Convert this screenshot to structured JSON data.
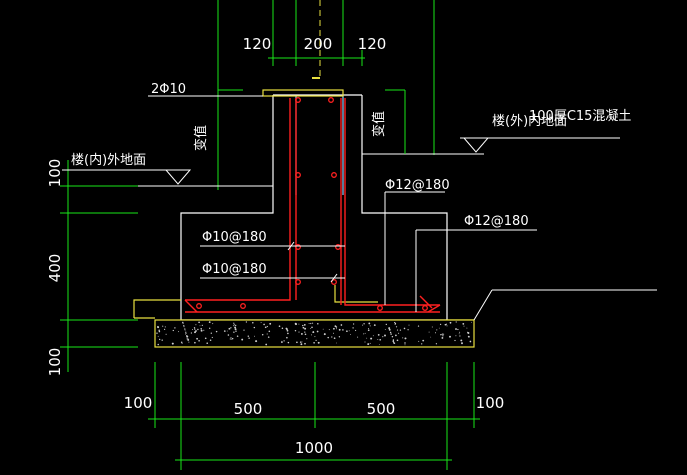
{
  "colors": {
    "background": "#000000",
    "dimension": "#19e619",
    "wall": "#ffffff",
    "rebar": "#ff2020",
    "concrete": "#e8e040",
    "axis": "#e8e040",
    "leader": "#ffffff"
  },
  "top_dims": [
    "120",
    "200",
    "120"
  ],
  "bottom_dims": [
    "100",
    "500",
    "500",
    "100"
  ],
  "total_width": "1000",
  "left_dims": [
    "100",
    "400",
    "100"
  ],
  "labels": {
    "top_rebar": "2Φ10",
    "wall_change_left": "变值",
    "wall_change_right": "变值",
    "ground_left": "楼(内)外地面",
    "ground_right": "楼(外)内地面",
    "c15": "100厚C15混凝土",
    "rebar_right_top": "Φ12@180",
    "rebar_right_mid": "Φ12@180",
    "rebar_left_top": "Φ10@180",
    "rebar_left_bottom": "Φ10@180"
  }
}
